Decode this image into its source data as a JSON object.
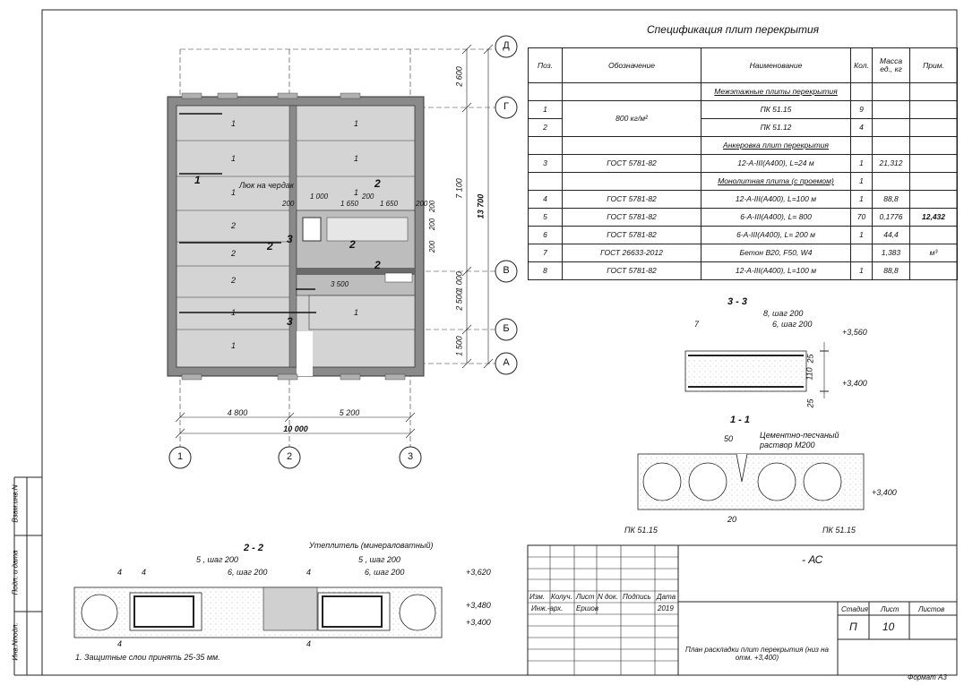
{
  "spec": {
    "title": "Спецификация плит перекрытия",
    "headers": [
      "Поз.",
      "Обозначение",
      "Наименование",
      "Кол.",
      "Масса ед., кг",
      "Прим."
    ],
    "section1": "Межэтажные плиты перекрытия",
    "rows": [
      {
        "pos": "1",
        "mark": "800 кг/м²",
        "name": "ПК 51.15",
        "qty": "9",
        "mass": "",
        "note": ""
      },
      {
        "pos": "2",
        "mark": "",
        "name": "ПК 51.12",
        "qty": "4",
        "mass": "",
        "note": ""
      }
    ],
    "section2": "Анкеровка плит перекрытия",
    "rows2": [
      {
        "pos": "3",
        "mark": "ГОСТ 5781-82",
        "name": "12-А-III(А400), L=24 м",
        "qty": "1",
        "mass": "21,312",
        "note": ""
      },
      {
        "pos": "",
        "mark": "",
        "name": "Монолитная плита (с проемом)",
        "qty": "1",
        "mass": "",
        "note": ""
      },
      {
        "pos": "4",
        "mark": "ГОСТ 5781-82",
        "name": "12-А-III(А400), L=100 м",
        "qty": "1",
        "mass": "88,8",
        "note": ""
      },
      {
        "pos": "5",
        "mark": "ГОСТ 5781-82",
        "name": "6-А-III(А400), L= 800",
        "qty": "70",
        "mass": "0,1776",
        "note": "12,432"
      },
      {
        "pos": "6",
        "mark": "ГОСТ 5781-82",
        "name": "6-А-III(А400), L= 200 м",
        "qty": "1",
        "mass": "44,4",
        "note": ""
      },
      {
        "pos": "7",
        "mark": "ГОСТ 26633-2012",
        "name": "Бетон В20, F50, W4",
        "qty": "",
        "mass": "1,383",
        "note": "м³"
      },
      {
        "pos": "8",
        "mark": "ГОСТ 5781-82",
        "name": "12-А-III(А400), L=100 м",
        "qty": "1",
        "mass": "88,8",
        "note": ""
      }
    ]
  },
  "plan": {
    "axes_letters": [
      "Д",
      "Г",
      "В",
      "Б",
      "А"
    ],
    "axes_numbers": [
      "1",
      "2",
      "3"
    ],
    "dims_vertical": [
      "2 600",
      "7 100",
      "1 000",
      "2 500",
      "1 500"
    ],
    "dim_total_vertical": "13 700",
    "dims_horizontal": [
      "4 800",
      "5 200"
    ],
    "dim_total_horizontal": "10 000",
    "hatch_label": "Люк на чердак",
    "left_slabs": [
      "1",
      "1",
      "1",
      "2",
      "2",
      "2",
      "1",
      "1"
    ],
    "right_slabs": [
      "1",
      "1",
      "1"
    ],
    "right_lower_slab": "1",
    "opening_dims": [
      "1 000",
      "1 650",
      "1 650",
      "200",
      "200",
      "200"
    ],
    "opening_vdims": [
      "200",
      "200",
      "200"
    ],
    "dim_3500": "3 500",
    "section_marks": [
      "1",
      "2",
      "2",
      "3",
      "3",
      "2",
      "2"
    ]
  },
  "section33": {
    "title": "3 - 3",
    "labels": [
      "7",
      "8, шаг 200",
      "6, шаг 200"
    ],
    "levels": [
      "+3,560",
      "+3,400"
    ],
    "dims": [
      "25",
      "110",
      "25"
    ]
  },
  "section11": {
    "title": "1 - 1",
    "mortar": "Цементно-песчаный раствор М200",
    "dim_top": "50",
    "dim_bottom": "20",
    "slab_left": "ПК 51.15",
    "slab_right": "ПК 51.15",
    "level": "+3,400"
  },
  "section22": {
    "title": "2 - 2",
    "insulation": "Утеплитель (минераловатный)",
    "labels": [
      "5 , шаг 200",
      "6, шаг 200",
      "4"
    ],
    "levels": [
      "+3,620",
      "+3,480",
      "+3,400"
    ],
    "note": "1. Защитные слои принять 25-35 мм."
  },
  "stamp": {
    "doc": "- АС",
    "cols": [
      "Изм.",
      "Колуч.",
      "Лист",
      "N док.",
      "Подпись",
      "Дата"
    ],
    "role": "Инж.-арх.",
    "person": "Ершов",
    "date": "2019",
    "stage_h": "Стадия",
    "sheet_h": "Лист",
    "sheets_h": "Листов",
    "stage": "П",
    "sheet": "10",
    "sheet_title": "План раскладки плит перекрытия (низ на отм. +3,400)",
    "side": [
      "Взам.инв.N",
      "Подп. и дата",
      "Инв.Nподл."
    ],
    "format": "Формат А3"
  }
}
